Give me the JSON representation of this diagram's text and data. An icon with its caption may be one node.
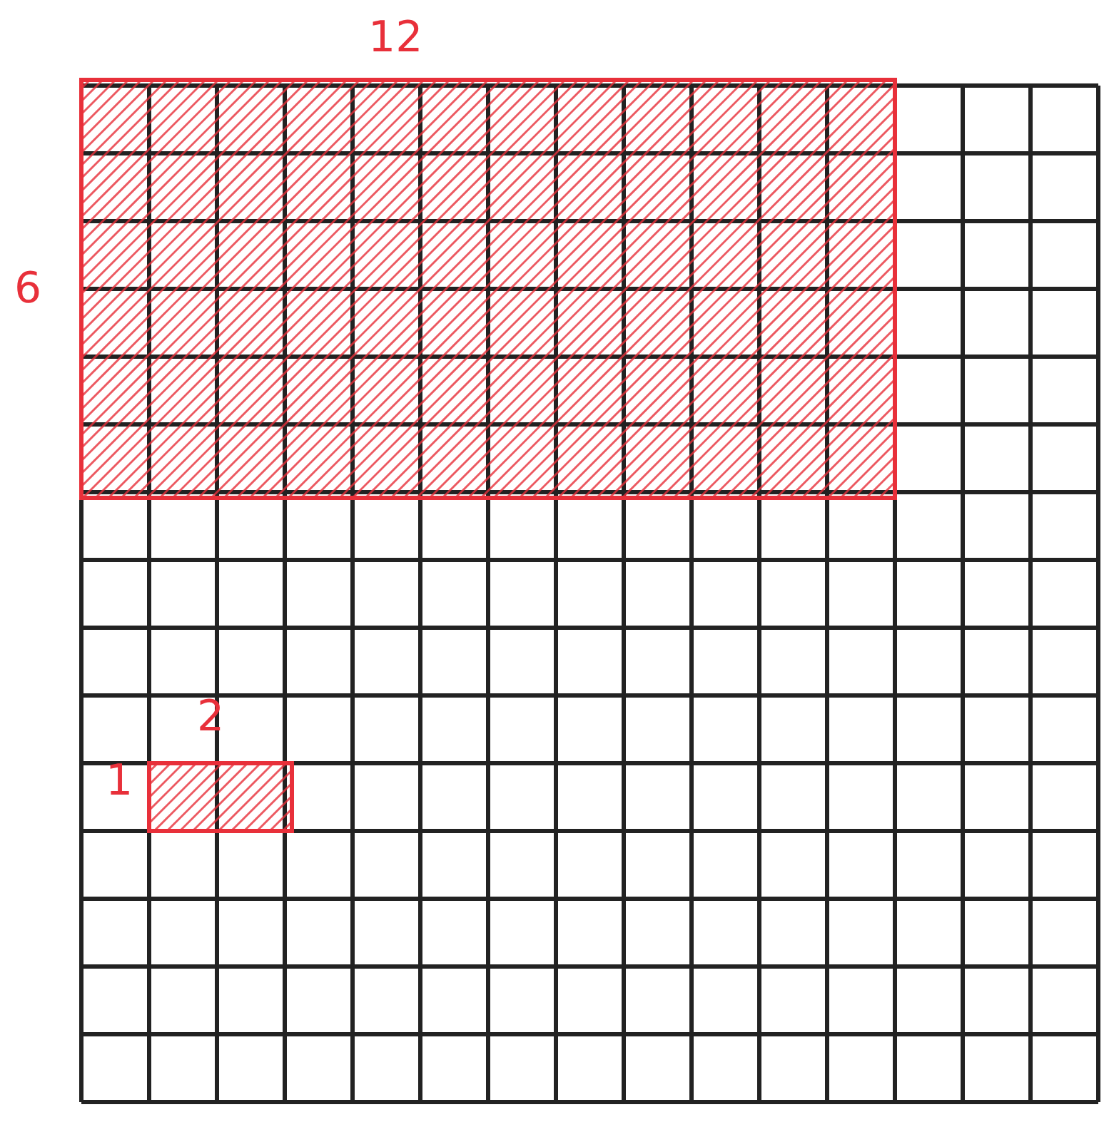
{
  "diagram": {
    "labels": [
      "12",
      "6",
      "2",
      "1"
    ]
  }
}
